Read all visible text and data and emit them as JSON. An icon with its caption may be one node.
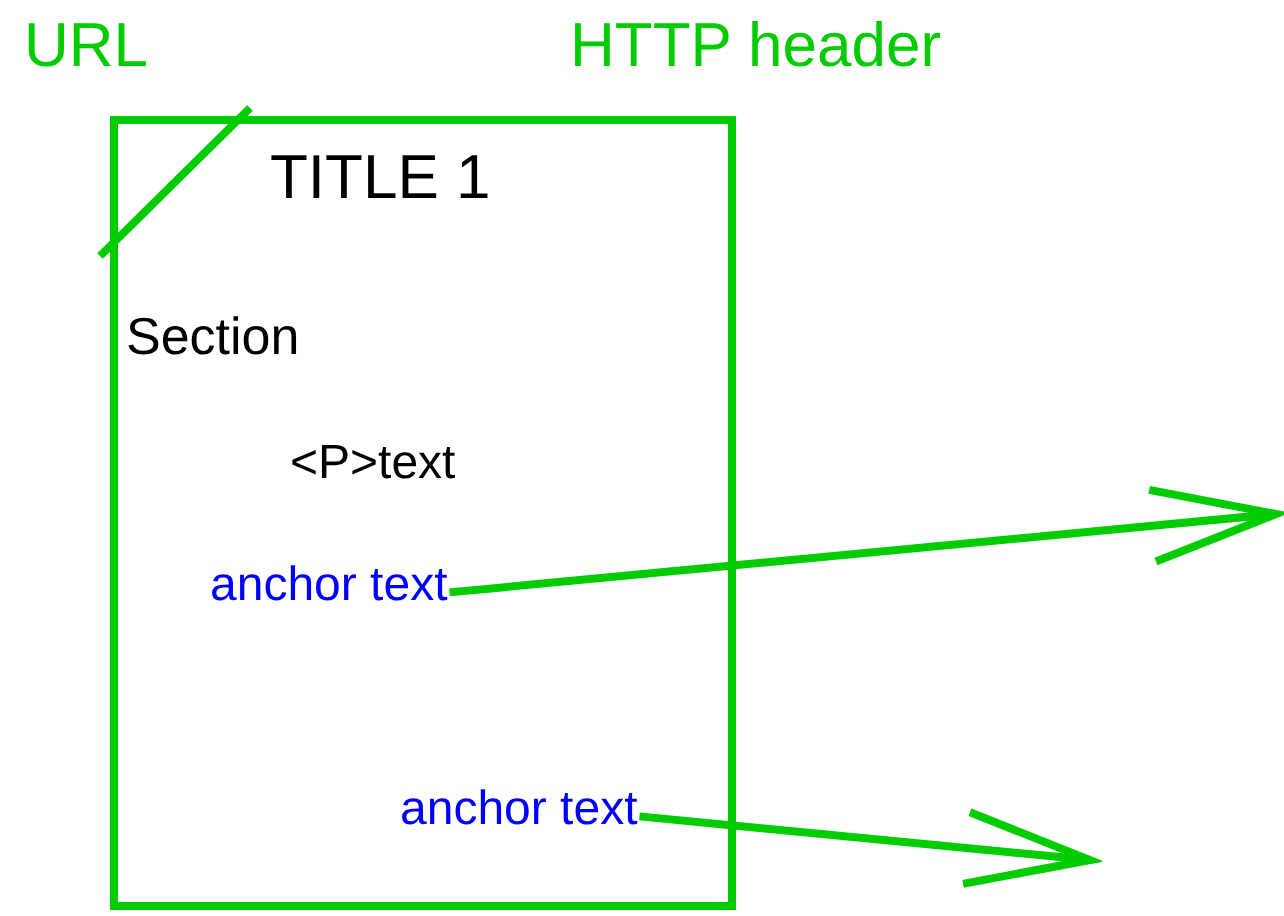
{
  "diagram": {
    "nodes": [
      {
        "text": [
          "TITLE 1",
          "Section",
          "<P>text"
        ]
      },
      {
        "text": [
          "anchor text"
        ],
        "in": 0
      },
      {
        "text": [
          "anchor text"
        ],
        "in": 0
      }
    ],
    "edges": [
      {
        "from": 1,
        "to": null,
        "arrow": "to"
      },
      {
        "from": 2,
        "to": null,
        "arrow": "to"
      }
    ],
    "labels": [
      "URL",
      "HTTP header"
    ]
  }
}
